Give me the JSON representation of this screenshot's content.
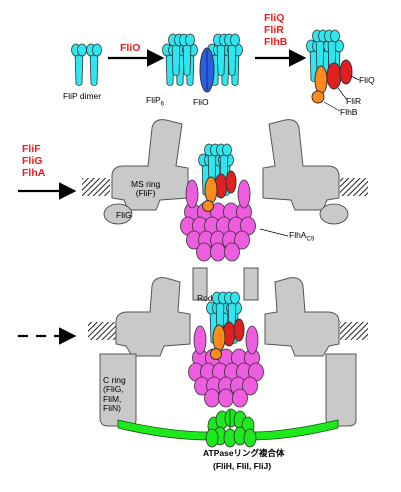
{
  "colors": {
    "cyan": "#2ee6f0",
    "cyan_stroke": "#1a6f8a",
    "blue": "#2b5fe0",
    "orange": "#ff8c1a",
    "red": "#e02020",
    "magenta": "#ee5ce0",
    "gray": "#c9c9c9",
    "green": "#1ee81e",
    "label_red": "#e81e1e"
  },
  "step1": {
    "dimer_label": "FliP dimer",
    "arrow_label": "FliO",
    "flip6_label": "FliP",
    "flip6_sub": "6",
    "flio_label": "FliO"
  },
  "step2": {
    "arrow_labels": [
      "FliQ",
      "FliR",
      "FlhB"
    ],
    "fliq_label": "FliQ",
    "flir_label": "FliR",
    "flhb_label": "FlhB"
  },
  "step3": {
    "arrow_labels": [
      "FliF",
      "FliG",
      "FlhA"
    ],
    "ms_ring_label": "MS ring",
    "ms_ring_sub": "(FliF)",
    "flig_label": "FliG",
    "flha_label": "FlhA",
    "flha_sub": "C9"
  },
  "step4": {
    "rod_label": "Rod",
    "cring_label": [
      "C ring",
      "(FliG,",
      "FliM,",
      "FliN)"
    ],
    "atpase_label": "ATPaseリング複合体",
    "atpase_sub": "(FliH, FliI, FliJ)"
  }
}
